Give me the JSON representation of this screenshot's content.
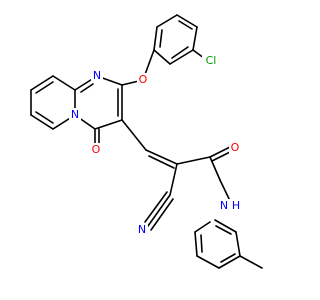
{
  "molecule": {
    "labels": {
      "cl": "Cl",
      "o_ether": "O",
      "n_top": "N",
      "n_bridge": "N",
      "o_carbonyl_ring": "O",
      "o_amide": "O",
      "n_nitrile": "N",
      "nh": "N",
      "h": "H"
    },
    "colors": {
      "bond": "#000000",
      "oxygen": "#ff0000",
      "nitrogen": "#0000ff",
      "chlorine": "#00a000",
      "hydrogen": "#0000ff"
    }
  }
}
